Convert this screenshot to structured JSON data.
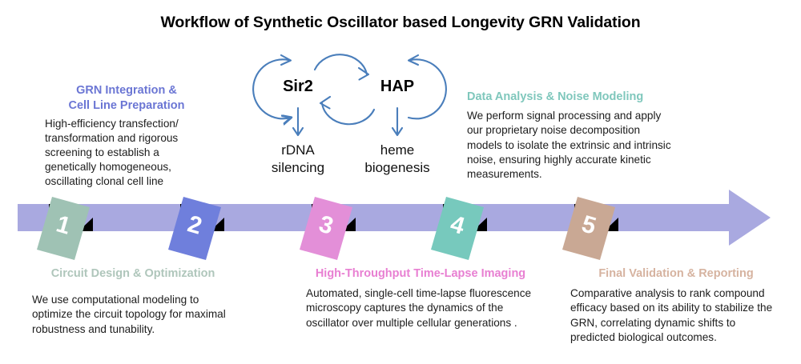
{
  "title": "Workflow of Synthetic Oscillator based Longevity GRN Validation",
  "oscillator": {
    "nodes": [
      {
        "id": "sir2",
        "label": "Sir2"
      },
      {
        "id": "hap",
        "label": "HAP"
      }
    ],
    "outputs": [
      {
        "id": "rdna",
        "line1": "rDNA",
        "line2": "silencing"
      },
      {
        "id": "heme",
        "line1": "heme",
        "line2": "biogenesis"
      }
    ],
    "edge_color": "#4A7EBB"
  },
  "timeline": {
    "bar_color": "#A9A9E0",
    "arrow_color": "#A9A9E0",
    "markers": [
      {
        "number": "1",
        "color": "#9FC2B4"
      },
      {
        "number": "2",
        "color": "#6F7FDC"
      },
      {
        "number": "3",
        "color": "#E38FD8"
      },
      {
        "number": "4",
        "color": "#77C9BD"
      },
      {
        "number": "5",
        "color": "#C9A894"
      }
    ]
  },
  "steps": {
    "step1": {
      "heading_line1": "GRN Integration &",
      "heading_line2": "Cell Line Preparation",
      "heading_color": "#6B76D4",
      "body": "High-efficiency transfection/ transformation and rigorous screening to establish a genetically homogeneous, oscillating clonal cell line"
    },
    "step2": {
      "heading": "Data Analysis & Noise Modeling",
      "heading_color": "#7FC7BC",
      "body": "We perform signal processing and apply our proprietary noise decomposition models to isolate the extrinsic and intrinsic noise, ensuring highly accurate kinetic measurements."
    },
    "step3": {
      "heading": "Circuit Design & Optimization",
      "heading_color": "#AFC6BB",
      "body": "We use computational modeling to optimize the circuit topology for maximal robustness and tunability."
    },
    "step4": {
      "heading": "High-Throughput Time-Lapse Imaging",
      "heading_color": "#E87FD2",
      "body": "Automated, single-cell time-lapse fluorescence microscopy captures the dynamics of the oscillator over multiple cellular generations ."
    },
    "step5": {
      "heading": "Final Validation & Reporting",
      "heading_color": "#D6B3A0",
      "body": "Comparative analysis to rank compound efficacy based on its ability to stabilize the GRN, correlating dynamic shifts to predicted biological outcomes."
    }
  }
}
